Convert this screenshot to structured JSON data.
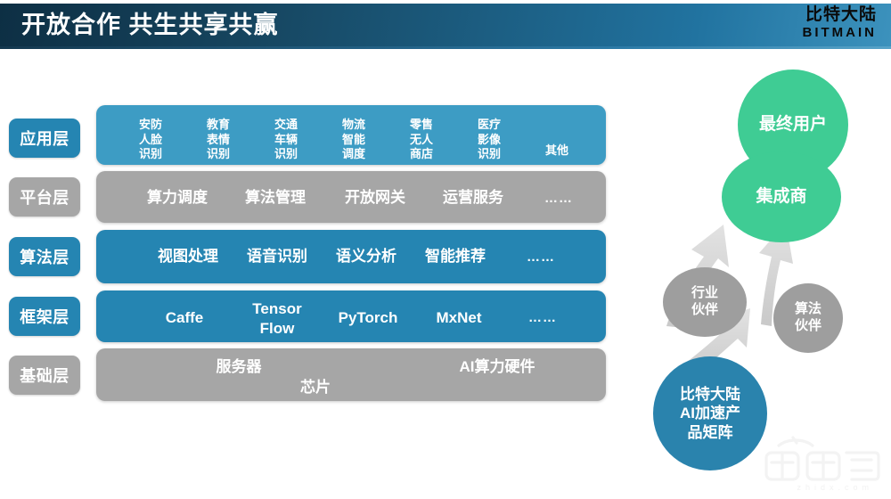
{
  "header": {
    "title": "开放合作 共生共享共赢",
    "brand_cn": "比特大陆",
    "brand_en": "BITMAIN",
    "gradient_from": "#0d2f44",
    "gradient_to": "#3c92bd"
  },
  "colors": {
    "blue": "#2585b2",
    "gray": "#a6a6a6",
    "green": "#3fcc94",
    "circle_blue": "#2a83ad",
    "circle_gray": "#9e9e9e"
  },
  "stack": {
    "layers": [
      {
        "label": "应用层",
        "label_style": "blue",
        "row_style": "blue-light",
        "cells": [
          {
            "text": "安防\n人脸\n识别"
          },
          {
            "text": "教育\n表情\n识别"
          },
          {
            "text": "交通\n车辆\n识别"
          },
          {
            "text": "物流\n智能\n调度"
          },
          {
            "text": "零售\n无人\n商店"
          },
          {
            "text": "医疗\n影像\n识别"
          },
          {
            "text": "其他",
            "dots": "……"
          }
        ]
      },
      {
        "label": "平台层",
        "label_style": "gray",
        "row_style": "gray",
        "cells": [
          {
            "text": "算力调度"
          },
          {
            "text": "算法管理"
          },
          {
            "text": "开放网关"
          },
          {
            "text": "运营服务"
          },
          {
            "text": "……"
          }
        ]
      },
      {
        "label": "算法层",
        "label_style": "blue",
        "row_style": "blue",
        "cells": [
          {
            "text": "视图处理"
          },
          {
            "text": "语音识别"
          },
          {
            "text": "语义分析"
          },
          {
            "text": "智能推荐"
          },
          {
            "text": "……"
          }
        ]
      },
      {
        "label": "框架层",
        "label_style": "blue",
        "row_style": "blue",
        "cells": [
          {
            "text": "Caffe"
          },
          {
            "text": "Tensor\nFlow"
          },
          {
            "text": "PyTorch"
          },
          {
            "text": "MxNet"
          },
          {
            "text": "……"
          }
        ]
      },
      {
        "label": "基础层",
        "label_style": "gray",
        "row_style": "gray",
        "cells": [
          {
            "text": "服务器"
          },
          {
            "text": "AI算力硬件"
          },
          {
            "text": "芯片"
          }
        ]
      }
    ]
  },
  "ecosystem": {
    "nodes": [
      {
        "id": "end-user",
        "text": "最终用户",
        "style": "green"
      },
      {
        "id": "integrator",
        "text": "集成商",
        "style": "green"
      },
      {
        "id": "industry-partner",
        "text": "行业\n伙伴",
        "style": "gray"
      },
      {
        "id": "algorithm-partner",
        "text": "算法\n伙伴",
        "style": "gray"
      },
      {
        "id": "bitmain-matrix",
        "text": "比特大陆\nAI加速产\n品矩阵",
        "style": "blue"
      }
    ],
    "arrows": [
      {
        "from": "industry-partner",
        "to": "integrator"
      },
      {
        "from": "algorithm-partner",
        "to": "integrator"
      },
      {
        "from": "bitmain-matrix",
        "to": "algorithm-partner"
      }
    ]
  },
  "watermark": {
    "text": "智东西",
    "sub": "zhidx.com"
  }
}
